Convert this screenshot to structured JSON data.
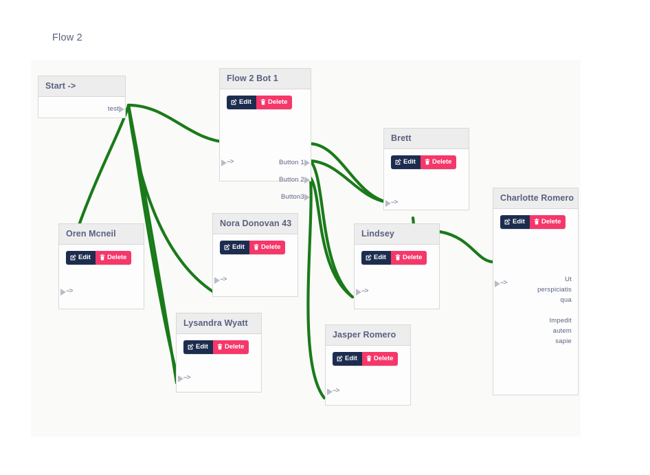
{
  "header": {
    "title": "Flow 2"
  },
  "canvas": {
    "edge_color": "#1a7a1a",
    "node_header_bg": "#ededed",
    "node_title_color": "#5a6080"
  },
  "buttons": {
    "edit_label": "Edit",
    "delete_label": "Delete",
    "edit_color": "#1d2d50",
    "delete_color": "#f5376a"
  },
  "nodes": [
    {
      "id": "start",
      "title": "Start ->",
      "has_actions": false,
      "out_ports": [
        "test"
      ]
    },
    {
      "id": "flow2bot1",
      "title": "Flow 2 Bot 1",
      "has_actions": true,
      "in_port": "-->",
      "out_ports": [
        "Button 1",
        "Button 2",
        "Button3"
      ]
    },
    {
      "id": "oren",
      "title": "Oren Mcneil",
      "has_actions": true,
      "in_port": "-->",
      "out_ports": []
    },
    {
      "id": "nora",
      "title": "Nora Donovan 43",
      "has_actions": true,
      "in_port": "-->",
      "out_ports": []
    },
    {
      "id": "lysandra",
      "title": "Lysandra Wyatt",
      "has_actions": true,
      "in_port": "-->",
      "out_ports": []
    },
    {
      "id": "jasper",
      "title": "Jasper Romero",
      "has_actions": true,
      "in_port": "-->",
      "out_ports": []
    },
    {
      "id": "brett",
      "title": "Brett",
      "has_actions": true,
      "in_port": "-->",
      "out_ports": []
    },
    {
      "id": "lindsey",
      "title": "Lindsey",
      "has_actions": true,
      "in_port": "-->",
      "out_ports": []
    },
    {
      "id": "charlotte",
      "title": "Charlotte Romero",
      "has_actions": true,
      "in_port": "-->",
      "text_blocks": [
        "Ut\nperspiciatis\nqua",
        "Impedit\nautem\nsapie"
      ]
    }
  ]
}
